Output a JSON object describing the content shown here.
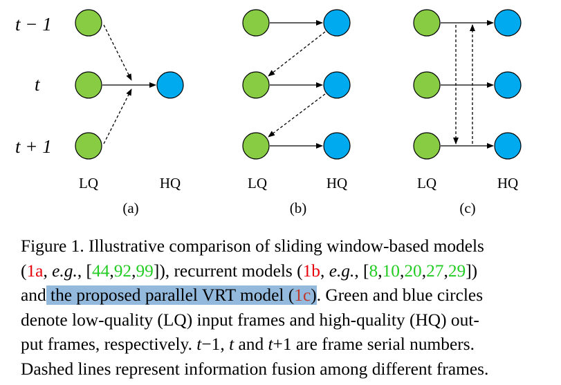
{
  "figure": {
    "row_labels": [
      "t − 1",
      "t",
      "t + 1"
    ],
    "panels": [
      {
        "id": "a",
        "sub_label": "(a)",
        "lq_label": "LQ",
        "hq_label": "HQ"
      },
      {
        "id": "b",
        "sub_label": "(b)",
        "lq_label": "LQ",
        "hq_label": "HQ"
      },
      {
        "id": "c",
        "sub_label": "(c)",
        "lq_label": "LQ",
        "hq_label": "HQ"
      }
    ],
    "colors": {
      "lq_fill": "#88cc44",
      "hq_fill": "#00aaee",
      "stroke": "#000000"
    }
  },
  "caption": {
    "l1": "Figure 1. Illustrative comparison of sliding window-based models",
    "l2_a": "(",
    "l2_ref_a": "1a",
    "l2_b": ", ",
    "l2_eg1": "e.g.",
    "l2_c": ", [",
    "l2_n44": "44",
    "l2_n92": "92",
    "l2_n99": "99",
    "l2_d": "]), recurrent models (",
    "l2_ref_b": "1b",
    "l2_e": ", ",
    "l2_eg2": "e.g.",
    "l2_f": ", [",
    "l2_n8": "8",
    "l2_n10": "10",
    "l2_n20": "20",
    "l2_n27": "27",
    "l2_n29": "29",
    "l2_g": "])",
    "l3_a": "and",
    "l3_hl": " the proposed parallel VRT model (",
    "l3_ref_c": "1c",
    "l3_hl_end": ")",
    "l3_b": ". Green and blue circles",
    "l4": "denote low-quality (LQ) input frames and high-quality (HQ) out-",
    "l5_a": "put frames, respectively. ",
    "l5_m1": "t",
    "l5_m1b": "−1",
    "l5_b": ", ",
    "l5_m2": "t",
    "l5_c": " and ",
    "l5_m3": "t",
    "l5_m3b": "+1",
    "l5_d": " are frame serial numbers.",
    "l6": "Dashed lines represent information fusion among different frames."
  }
}
